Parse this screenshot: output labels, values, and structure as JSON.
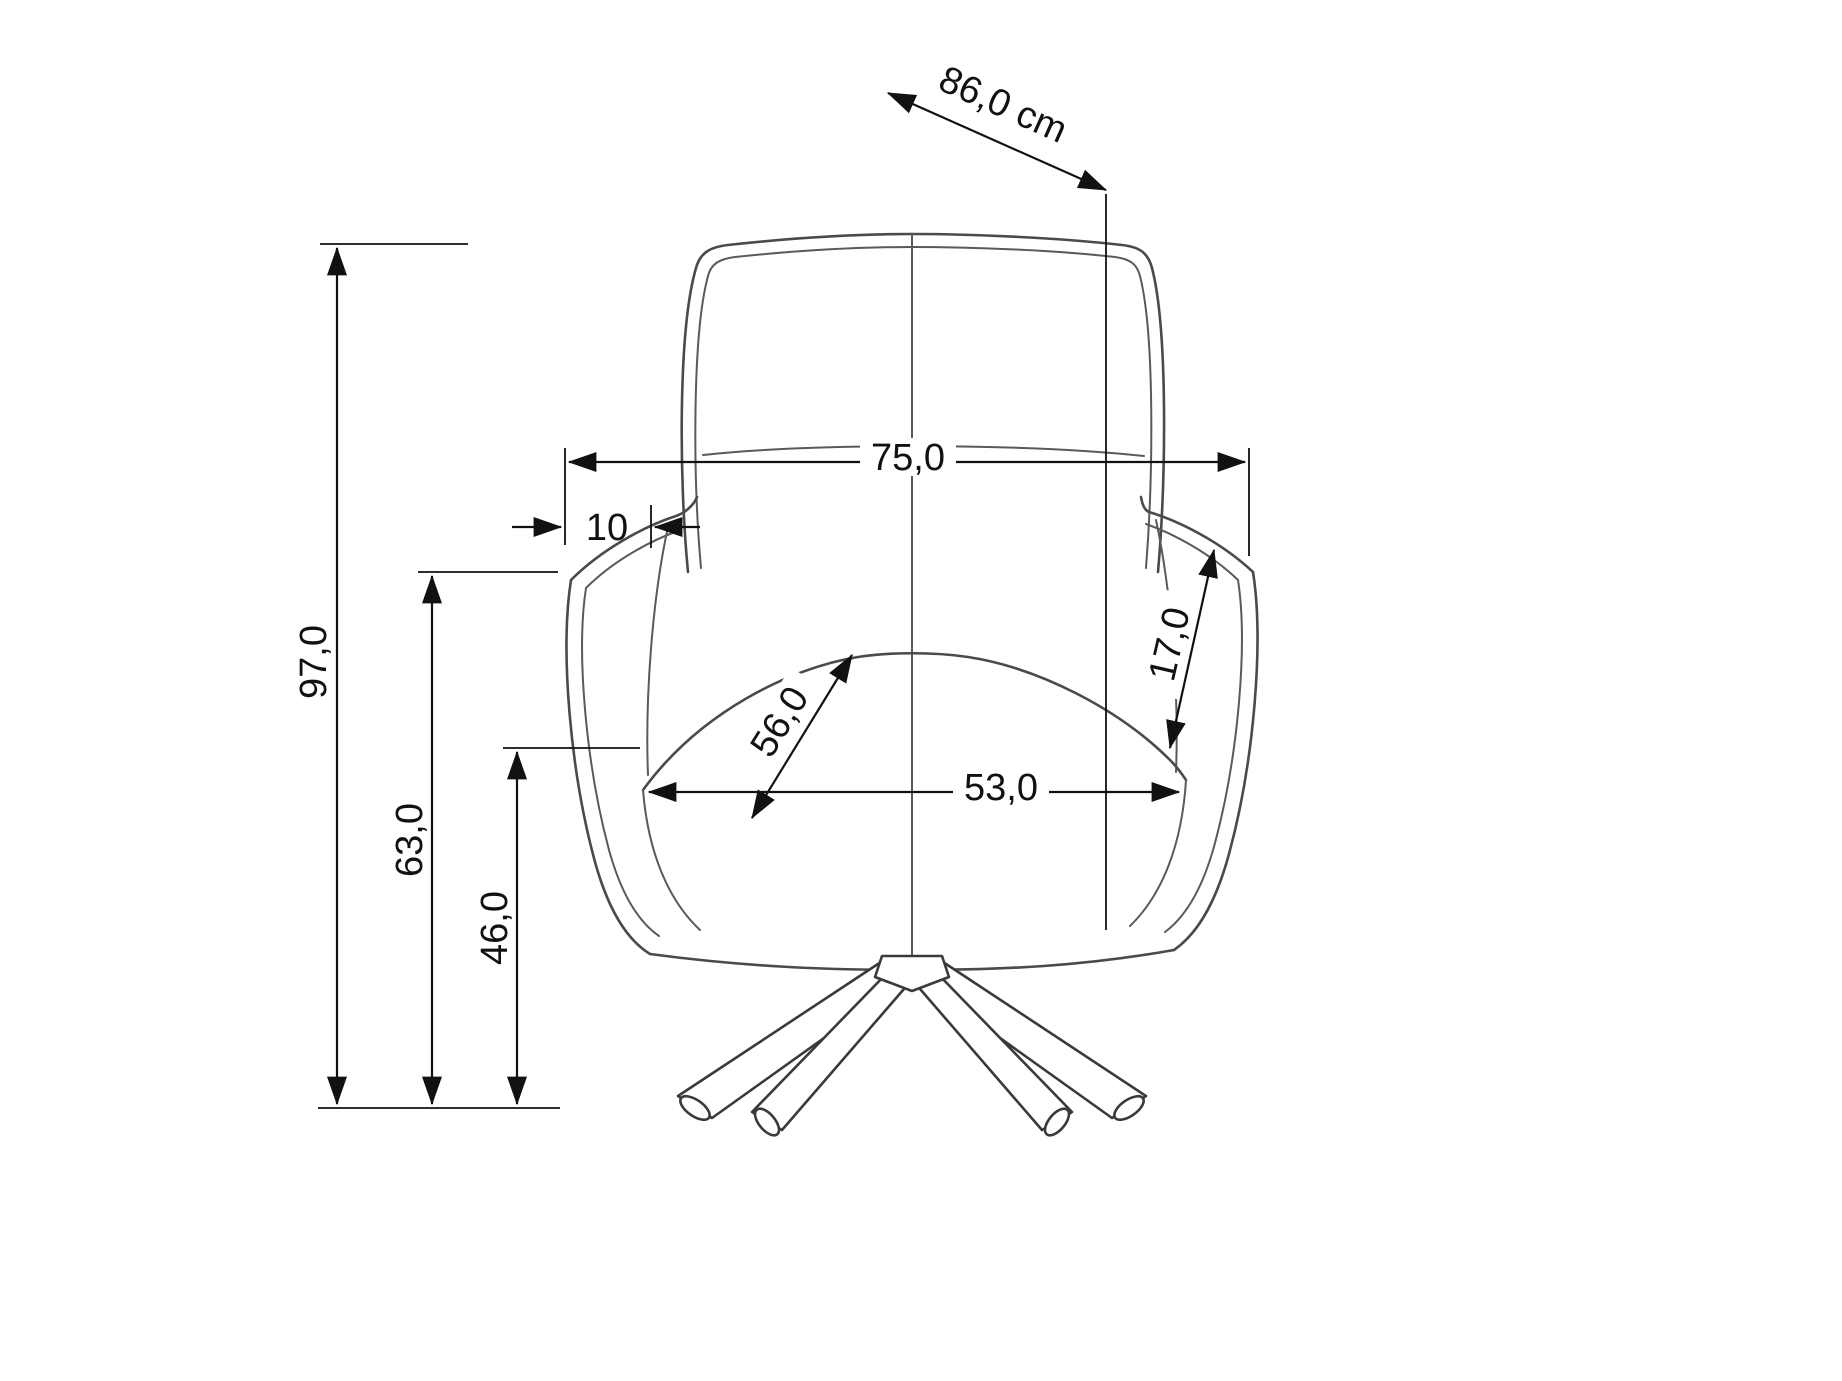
{
  "diagram": {
    "labels": {
      "depth": "86,0 cm",
      "total_height": "97,0",
      "overall_width": "75,0",
      "backrest_offset": "10",
      "armrest_height": "63,0",
      "seat_height": "46,0",
      "seat_depth": "56,0",
      "seat_width": "53,0",
      "armrest_thickness": "17,0"
    },
    "colors": {
      "background": "#ffffff",
      "chair_outline": "#4a4a4a",
      "dimension": "#111111"
    }
  }
}
